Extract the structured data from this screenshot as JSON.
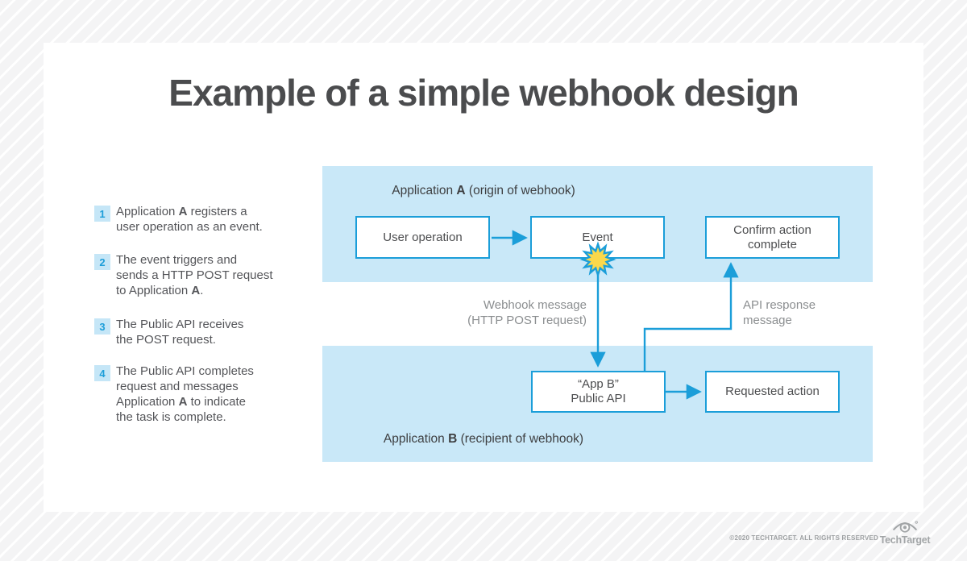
{
  "title": "Example of a simple webhook design",
  "steps": [
    {
      "num": "1",
      "lines": [
        [
          {
            "t": "Application "
          },
          {
            "t": "A",
            "b": true
          },
          {
            "t": " registers a"
          }
        ],
        [
          {
            "t": "user operation as an event."
          }
        ]
      ]
    },
    {
      "num": "2",
      "lines": [
        [
          {
            "t": "The event triggers and"
          }
        ],
        [
          {
            "t": "sends a HTTP POST request"
          }
        ],
        [
          {
            "t": "to Application "
          },
          {
            "t": "A",
            "b": true
          },
          {
            "t": "."
          }
        ]
      ]
    },
    {
      "num": "3",
      "lines": [
        [
          {
            "t": "The Public API receives"
          }
        ],
        [
          {
            "t": "the POST request."
          }
        ]
      ]
    },
    {
      "num": "4",
      "lines": [
        [
          {
            "t": "The Public API completes"
          }
        ],
        [
          {
            "t": "request and messages"
          }
        ],
        [
          {
            "t": "Application "
          },
          {
            "t": "A",
            "b": true
          },
          {
            "t": " to indicate"
          }
        ],
        [
          {
            "t": "the task is complete."
          }
        ]
      ]
    }
  ],
  "diagram": {
    "band_a": {
      "pre": "Application ",
      "bold": "A",
      "post": " (origin of webhook)"
    },
    "band_b": {
      "pre": "Application ",
      "bold": "B",
      "post": " (recipient of webhook)"
    },
    "boxes": {
      "user_operation": "User operation",
      "event": "Event",
      "confirm": "Confirm action\ncomplete",
      "app_b": "“App B”\nPublic API",
      "requested_action": "Requested action"
    },
    "labels": {
      "webhook_message": "Webhook message\n(HTTP POST request)",
      "api_response": "API response\nmessage"
    }
  },
  "footer": {
    "copyright": "©2020 TECHTARGET. ALL RIGHTS RESERVED",
    "brand": "TechTarget"
  },
  "colors": {
    "accent_blue": "#1b9ed9",
    "band_blue": "#c9e8f8",
    "burst_yellow": "#fbd84b",
    "title_gray": "#4b4c4e",
    "label_gray": "#8b8e90"
  }
}
